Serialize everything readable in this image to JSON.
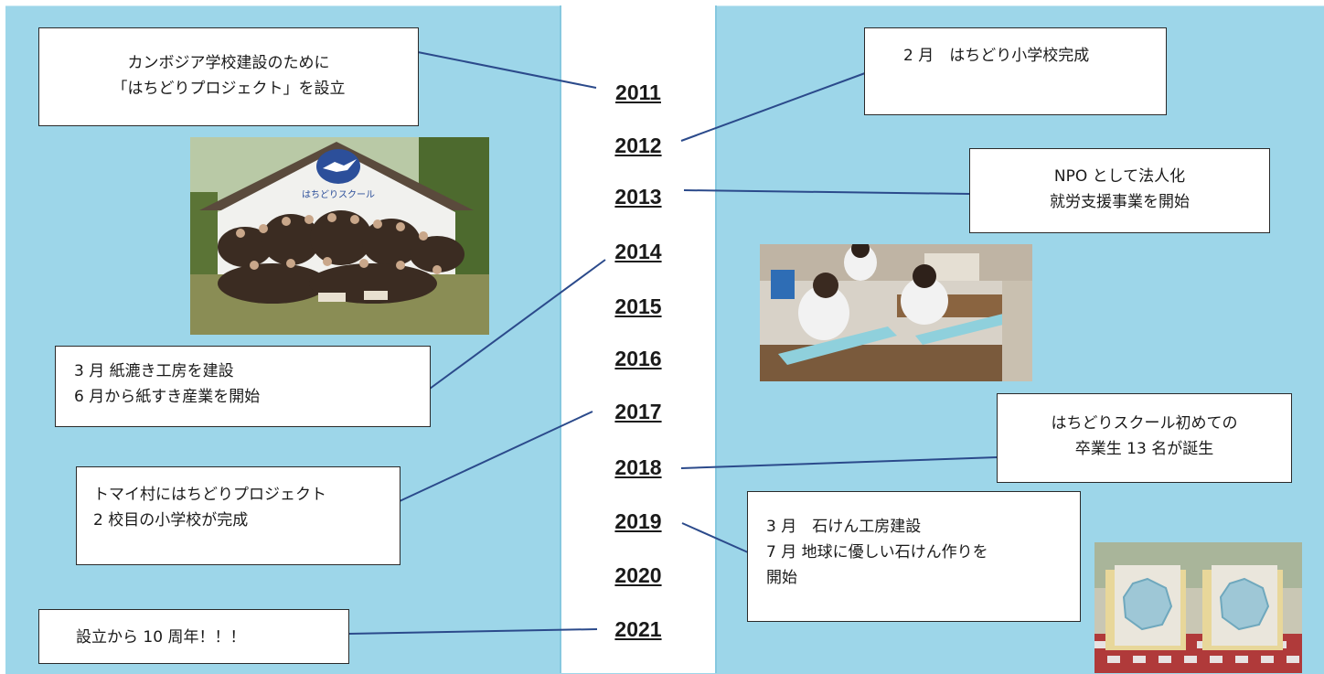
{
  "timeline": {
    "years": [
      "2011",
      "2012",
      "2013",
      "2014",
      "2015",
      "2016",
      "2017",
      "2018",
      "2019",
      "2020",
      "2021"
    ]
  },
  "events": {
    "founding": {
      "line1": "カンボジア学校建設のために",
      "line2": "「はちどりプロジェクト」を設立"
    },
    "school_completed": {
      "line1": "2 月　はちどり小学校完成"
    },
    "npo": {
      "line1": "NPO として法人化",
      "line2": "就労支援事業を開始"
    },
    "paper_workshop": {
      "line1": "3 月  紙漉き工房を建設",
      "line2": "6 月から紙すき産業を開始"
    },
    "graduates": {
      "line1": "はちどりスクール初めての",
      "line2": "卒業生 13 名が誕生"
    },
    "second_school": {
      "line1": "トマイ村にはちどりプロジェクト",
      "line2": "2 校目の小学校が完成"
    },
    "soap_workshop": {
      "line1": "3 月　石けん工房建設",
      "line2": "7 月  地球に優しい石けん作りを",
      "line3": "開始"
    },
    "anniversary": {
      "line1": "設立から 10 周年！！！"
    }
  },
  "photos": {
    "school_sign_text": "はちどりスクール"
  },
  "colors": {
    "background": "#9dd6e9",
    "column": "#ffffff",
    "line": "#2b4a8b"
  }
}
